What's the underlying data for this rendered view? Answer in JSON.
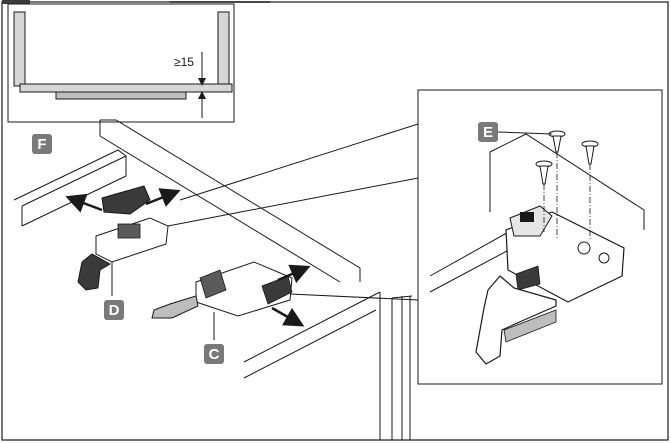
{
  "dimension": {
    "text": "≥15"
  },
  "labels": {
    "f": "F",
    "d": "D",
    "c": "C",
    "e": "E"
  },
  "colors": {
    "label_fill": "#7a7a7a",
    "line": "#1a1a1a",
    "part_dark": "#3a3a3a",
    "part_light": "#bdbdbd"
  }
}
